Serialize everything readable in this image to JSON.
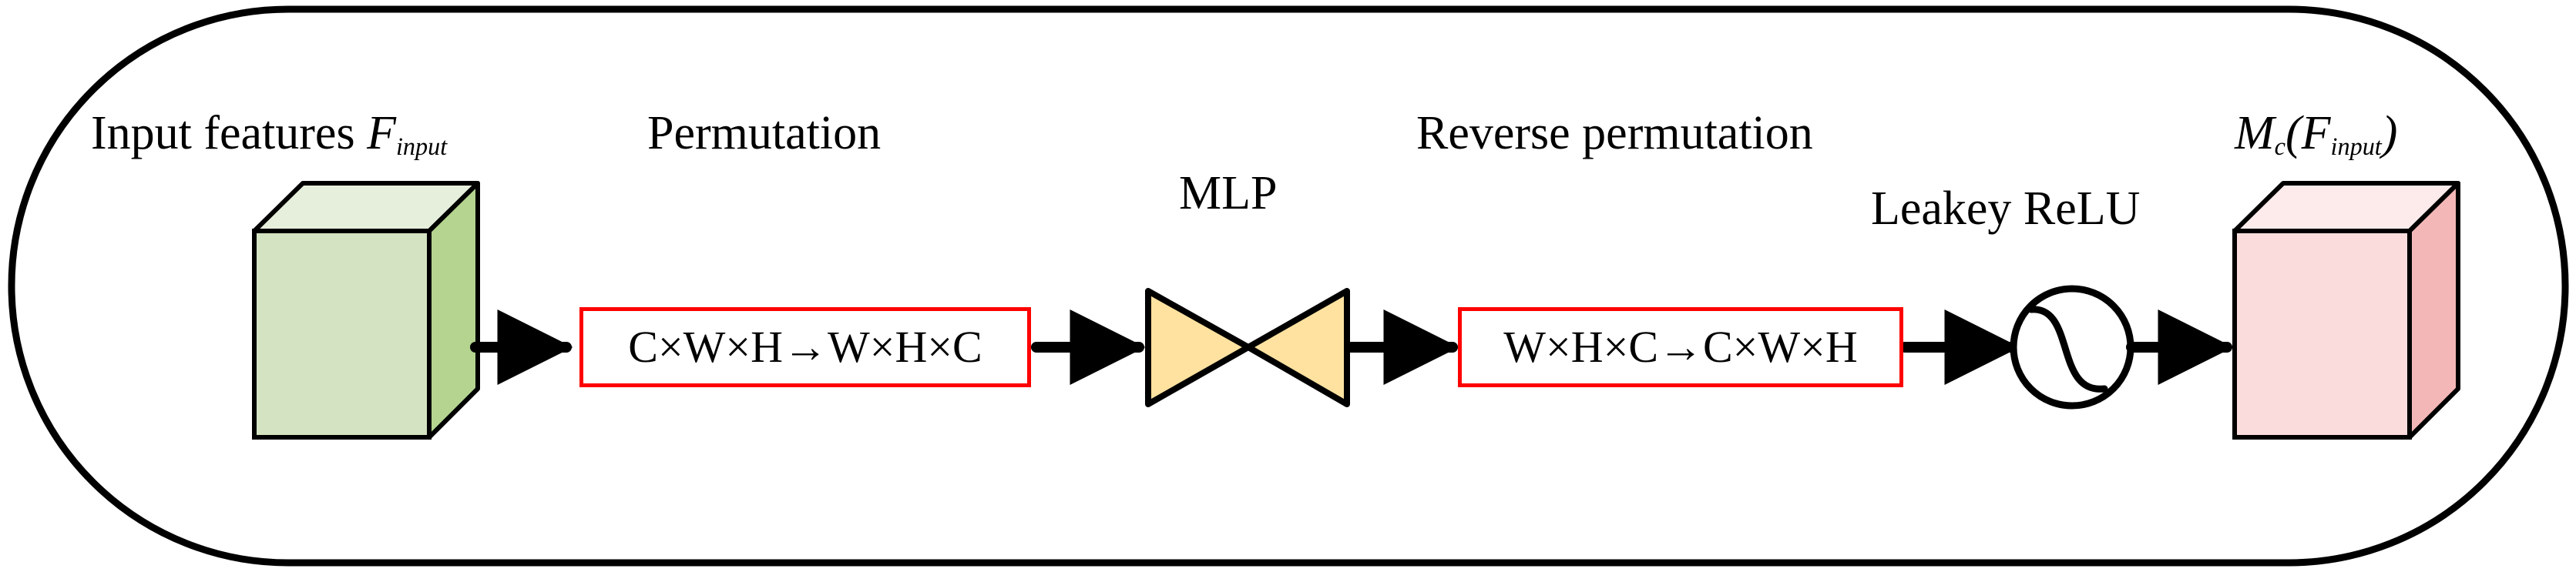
{
  "module": {
    "name": "channel-attention-module",
    "outline_color": "#000000",
    "background": "#ffffff"
  },
  "labels": {
    "input_features_prefix": "Input features ",
    "input_features_symbol": "F",
    "input_features_subscript": "input",
    "permutation": "Permutation",
    "mlp": "MLP",
    "reverse_permutation": "Reverse permutation",
    "leakey_relu": "Leakey ReLU",
    "output_symbol": "M",
    "output_subscript": "c",
    "output_open_paren": "(",
    "output_inner_symbol": "F",
    "output_inner_subscript": "input",
    "output_close_paren": ")"
  },
  "blocks": {
    "permutation_box": {
      "parts": [
        "C",
        "×",
        "W",
        "×",
        "H",
        "→",
        "W",
        "×",
        "H",
        "×",
        "C"
      ],
      "text": "C×W×H→W×H×C",
      "border_color": "#ff0000",
      "fill_color": "#ffffff"
    },
    "reverse_permutation_box": {
      "parts": [
        "W",
        "×",
        "H",
        "×",
        "C",
        "→",
        "C",
        "×",
        "W",
        "×",
        "H"
      ],
      "text": "W×H×C→C×W×H",
      "border_color": "#ff0000",
      "fill_color": "#ffffff"
    },
    "mlp_bowtie": {
      "icon": "bowtie-icon",
      "fill_color": "#ffe2a0",
      "stroke_color": "#000000"
    },
    "activation_circle": {
      "icon": "activation-sigmoid-icon",
      "fill_color": "#ffffff",
      "stroke_color": "#000000"
    },
    "input_cube": {
      "icon": "cube-icon",
      "front_color": "#d4e3c1",
      "top_color": "#e6efdc",
      "side_color": "#b4d490",
      "stroke_color": "#000000"
    },
    "output_cube": {
      "icon": "cube-icon",
      "front_color": "#fadcdc",
      "top_color": "#fdebeb",
      "side_color": "#f4b7b7",
      "stroke_color": "#000000"
    }
  },
  "flow": {
    "arrow_color": "#000000",
    "steps": [
      "input-cube",
      "permutation-box",
      "mlp-bowtie",
      "reverse-permutation-box",
      "activation-circle",
      "output-cube"
    ]
  }
}
